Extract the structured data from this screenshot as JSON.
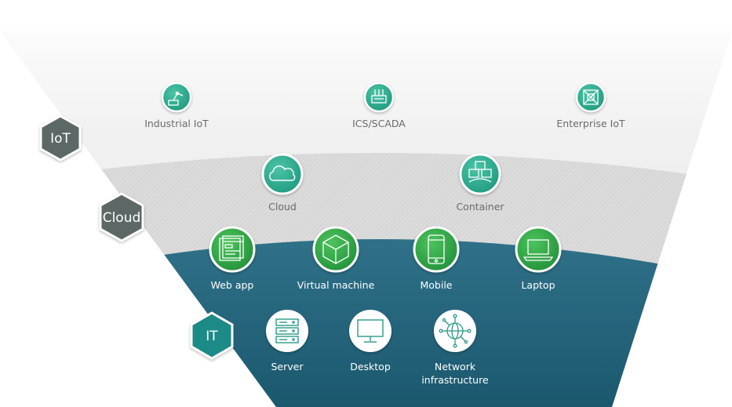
{
  "layers": [
    {
      "id": "iot",
      "label": "IoT",
      "hex_color": "#5b6866",
      "items": [
        {
          "label": "Industrial IoT",
          "icon": "industrial-robot-icon"
        },
        {
          "label": "ICS/SCADA",
          "icon": "scada-controller-icon"
        },
        {
          "label": "Enterprise IoT",
          "icon": "enterprise-iot-chip-icon"
        }
      ]
    },
    {
      "id": "cloud",
      "label": "Cloud",
      "hex_color": "#5b6866",
      "items": [
        {
          "label": "Cloud",
          "icon": "cloud-icon"
        },
        {
          "label": "Container",
          "icon": "container-cubes-icon"
        }
      ]
    },
    {
      "id": "it",
      "label": "IT",
      "hex_color": "#1f8a86",
      "items": [
        {
          "label": "Web app",
          "icon": "web-app-icon"
        },
        {
          "label": "Virtual machine",
          "icon": "virtual-machine-cube-icon"
        },
        {
          "label": "Mobile",
          "icon": "mobile-phone-icon"
        },
        {
          "label": "Laptop",
          "icon": "laptop-icon"
        },
        {
          "label": "Server",
          "icon": "server-rack-icon"
        },
        {
          "label": "Desktop",
          "icon": "desktop-monitor-icon"
        },
        {
          "label": "Network infrastructure",
          "label_lines": [
            "Network",
            "infrastructure"
          ],
          "icon": "network-globe-icon"
        }
      ]
    }
  ],
  "colors": {
    "teal_icon": "#2aa88f",
    "green_icon": "#2fa84a",
    "it_band_top": "#2b6f86",
    "it_band_bottom": "#1d5a73"
  }
}
